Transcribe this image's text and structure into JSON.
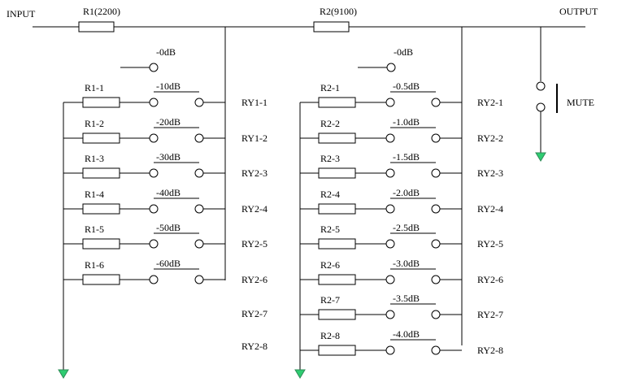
{
  "labels": {
    "input": "INPUT",
    "output": "OUTPUT",
    "r1": "R1(2200)",
    "r2": "R2(9100)",
    "mute": "MUTE"
  },
  "colors": {
    "ground": "#2ecc71",
    "line": "#000000"
  },
  "bank1": {
    "zero_label": "-0dB",
    "rows": [
      {
        "res": "R1-1",
        "db": "-10dB",
        "relay": "RY1-1"
      },
      {
        "res": "R1-2",
        "db": "-20dB",
        "relay": "RY1-2"
      },
      {
        "res": "R1-3",
        "db": "-30dB",
        "relay": "RY2-3"
      },
      {
        "res": "R1-4",
        "db": "-40dB",
        "relay": "RY2-4"
      },
      {
        "res": "R1-5",
        "db": "-50dB",
        "relay": "RY2-5"
      },
      {
        "res": "R1-6",
        "db": "-60dB",
        "relay": "RY2-6"
      }
    ],
    "extra_relays": [
      "RY2-7",
      "RY2-8"
    ]
  },
  "bank2": {
    "zero_label": "-0dB",
    "rows": [
      {
        "res": "R2-1",
        "db": "-0.5dB",
        "relay": "RY2-1"
      },
      {
        "res": "R2-2",
        "db": "-1.0dB",
        "relay": "RY2-2"
      },
      {
        "res": "R2-3",
        "db": "-1.5dB",
        "relay": "RY2-3"
      },
      {
        "res": "R2-4",
        "db": "-2.0dB",
        "relay": "RY2-4"
      },
      {
        "res": "R2-5",
        "db": "-2.5dB",
        "relay": "RY2-5"
      },
      {
        "res": "R2-6",
        "db": "-3.0dB",
        "relay": "RY2-6"
      },
      {
        "res": "R2-7",
        "db": "-3.5dB",
        "relay": "RY2-7"
      },
      {
        "res": "R2-8",
        "db": "-4.0dB",
        "relay": "RY2-8"
      }
    ]
  }
}
